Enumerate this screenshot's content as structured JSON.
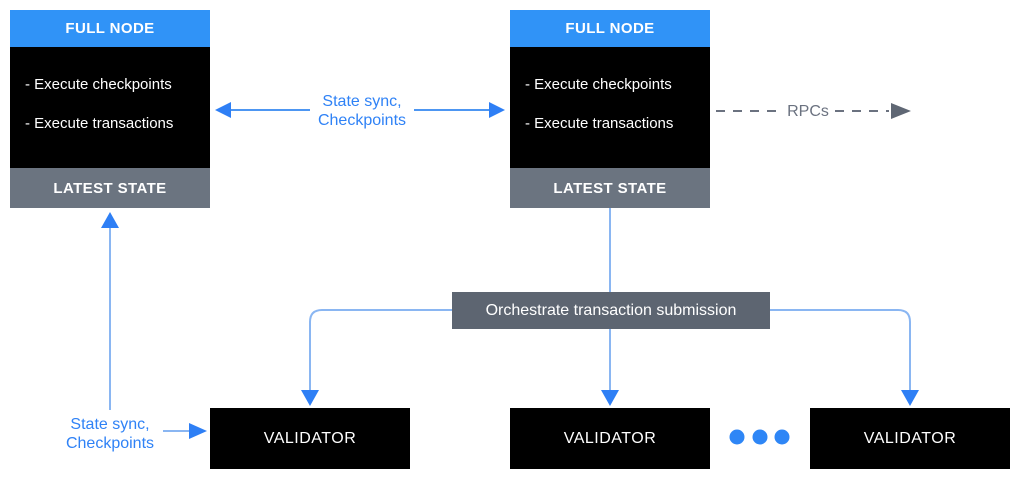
{
  "nodes": {
    "left": {
      "header": "FULL NODE",
      "line1": "- Execute checkpoints",
      "line2": "- Execute transactions",
      "footer": "LATEST STATE"
    },
    "right": {
      "header": "FULL NODE",
      "line1": "- Execute checkpoints",
      "line2": "- Execute transactions",
      "footer": "LATEST STATE"
    }
  },
  "edges": {
    "sync_top": {
      "line1": "State sync,",
      "line2": "Checkpoints"
    },
    "rpcs": "RPCs",
    "orchestrate": "Orchestrate transaction submission",
    "sync_bottom": {
      "line1": "State sync,",
      "line2": "Checkpoints"
    }
  },
  "validators": [
    {
      "label": "VALIDATOR"
    },
    {
      "label": "VALIDATOR"
    },
    {
      "label": "VALIDATOR"
    }
  ],
  "colors": {
    "header_blue": "#3093f7",
    "label_blue": "#2f82f6",
    "arrow_line_blue": "#8ab6f2",
    "arrow_line_blue_strong": "#4d96f2",
    "arrowhead_blue": "#2e7ff5",
    "dot_blue": "#2e86f6",
    "gray_dash": "#6b7280",
    "gray_footer": "#6b7480",
    "gray_orchestrate": "#5d6571",
    "box_black": "#000000"
  }
}
